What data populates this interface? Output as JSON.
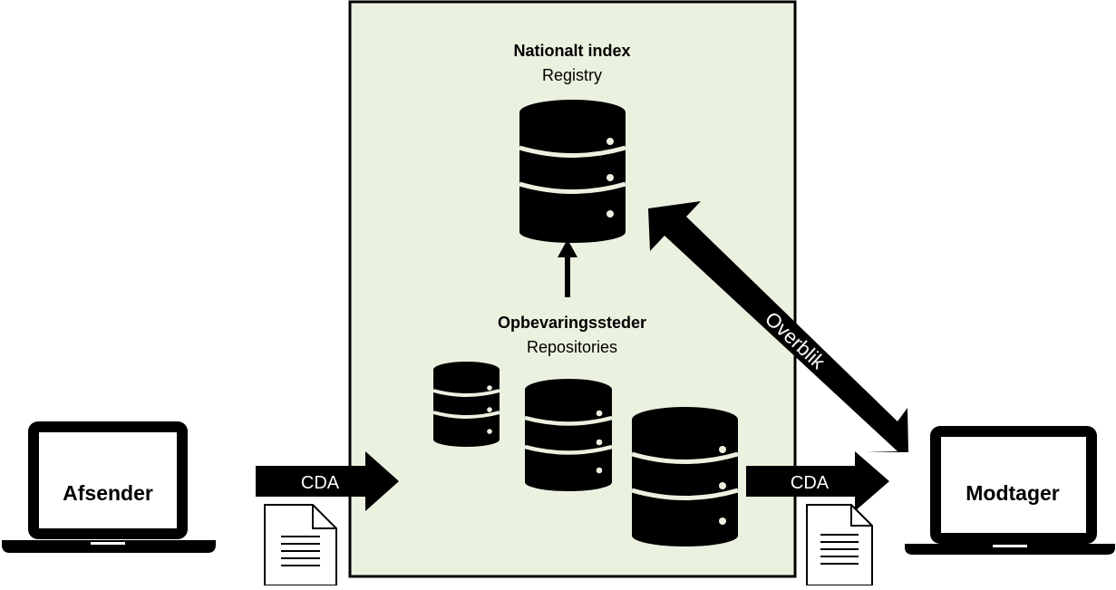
{
  "colors": {
    "panel_fill": "#ebf1df",
    "ink": "#000000",
    "paper": "#ffffff"
  },
  "registry": {
    "title": "Nationalt index",
    "subtitle": "Registry"
  },
  "repositories": {
    "title": "Opbevaringssteder",
    "subtitle": "Repositories"
  },
  "sender": {
    "label": "Afsender"
  },
  "receiver": {
    "label": "Modtager"
  },
  "flows": {
    "incoming_label": "CDA",
    "outgoing_label": "CDA",
    "overview_label": "Overblik"
  },
  "icons": [
    "laptop-icon",
    "database-icon",
    "document-icon",
    "arrow-icon"
  ]
}
